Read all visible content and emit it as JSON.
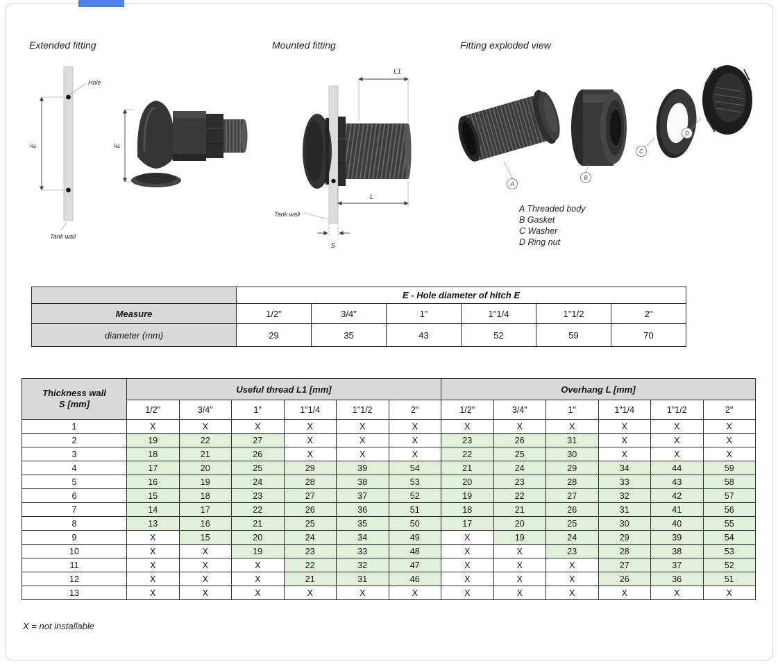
{
  "colors": {
    "accent": "#4d82e8",
    "header_bg": "#d9d9d9",
    "green": "#e2efda"
  },
  "figures": {
    "extended": {
      "title": "Extended fitting",
      "hole_label": "Hole",
      "tank_wall_label": "Tank wall",
      "dim_e": "E",
      "dim_e2": "E"
    },
    "mounted": {
      "title": "Mounted fitting",
      "dim_l1": "L1",
      "dim_l": "L",
      "dim_s": "S",
      "tank_wall_label": "Tank wall"
    },
    "exploded": {
      "title": "Fitting exploded view",
      "callouts": [
        "A",
        "B",
        "C",
        "D"
      ],
      "parts": [
        "A Threaded body",
        "B Gasket",
        "C Washer",
        "D Ring nut"
      ]
    }
  },
  "hole_table": {
    "title": "E - Hole diameter of hitch E",
    "measure_label": "Measure",
    "columns": [
      "1/2\"",
      "3/4\"",
      "1\"",
      "1\"1/4",
      "1\"1/2",
      "2\""
    ],
    "row_label": "diameter (mm)",
    "values": [
      "29",
      "35",
      "43",
      "52",
      "59",
      "70"
    ]
  },
  "main_table": {
    "corner": [
      "Thickness wall",
      "S [mm]"
    ],
    "groups": [
      "Useful thread L1 [mm]",
      "Overhang  L [mm]"
    ],
    "columns": [
      "1/2\"",
      "3/4\"",
      "1\"",
      "1\"1/4",
      "1\"1/2",
      "2\""
    ],
    "rows": [
      {
        "s": "1",
        "l1": [
          "X",
          "X",
          "X",
          "X",
          "X",
          "X"
        ],
        "l": [
          "X",
          "X",
          "X",
          "X",
          "X",
          "X"
        ]
      },
      {
        "s": "2",
        "l1": [
          "19",
          "22",
          "27",
          "X",
          "X",
          "X"
        ],
        "l": [
          "23",
          "26",
          "31",
          "X",
          "X",
          "X"
        ]
      },
      {
        "s": "3",
        "l1": [
          "18",
          "21",
          "26",
          "X",
          "X",
          "X"
        ],
        "l": [
          "22",
          "25",
          "30",
          "X",
          "X",
          "X"
        ]
      },
      {
        "s": "4",
        "l1": [
          "17",
          "20",
          "25",
          "29",
          "39",
          "54"
        ],
        "l": [
          "21",
          "24",
          "29",
          "34",
          "44",
          "59"
        ]
      },
      {
        "s": "5",
        "l1": [
          "16",
          "19",
          "24",
          "28",
          "38",
          "53"
        ],
        "l": [
          "20",
          "23",
          "28",
          "33",
          "43",
          "58"
        ]
      },
      {
        "s": "6",
        "l1": [
          "15",
          "18",
          "23",
          "27",
          "37",
          "52"
        ],
        "l": [
          "19",
          "22",
          "27",
          "32",
          "42",
          "57"
        ]
      },
      {
        "s": "7",
        "l1": [
          "14",
          "17",
          "22",
          "26",
          "36",
          "51"
        ],
        "l": [
          "18",
          "21",
          "26",
          "31",
          "41",
          "56"
        ]
      },
      {
        "s": "8",
        "l1": [
          "13",
          "16",
          "21",
          "25",
          "35",
          "50"
        ],
        "l": [
          "17",
          "20",
          "25",
          "30",
          "40",
          "55"
        ]
      },
      {
        "s": "9",
        "l1": [
          "X",
          "15",
          "20",
          "24",
          "34",
          "49"
        ],
        "l": [
          "X",
          "19",
          "24",
          "29",
          "39",
          "54"
        ]
      },
      {
        "s": "10",
        "l1": [
          "X",
          "X",
          "19",
          "23",
          "33",
          "48"
        ],
        "l": [
          "X",
          "X",
          "23",
          "28",
          "38",
          "53"
        ]
      },
      {
        "s": "11",
        "l1": [
          "X",
          "X",
          "X",
          "22",
          "32",
          "47"
        ],
        "l": [
          "X",
          "X",
          "X",
          "27",
          "37",
          "52"
        ]
      },
      {
        "s": "12",
        "l1": [
          "X",
          "X",
          "X",
          "21",
          "31",
          "46"
        ],
        "l": [
          "X",
          "X",
          "X",
          "26",
          "36",
          "51"
        ]
      },
      {
        "s": "13",
        "l1": [
          "X",
          "X",
          "X",
          "X",
          "X",
          "X"
        ],
        "l": [
          "X",
          "X",
          "X",
          "X",
          "X",
          "X"
        ]
      }
    ]
  },
  "footnote": "X = not installable"
}
